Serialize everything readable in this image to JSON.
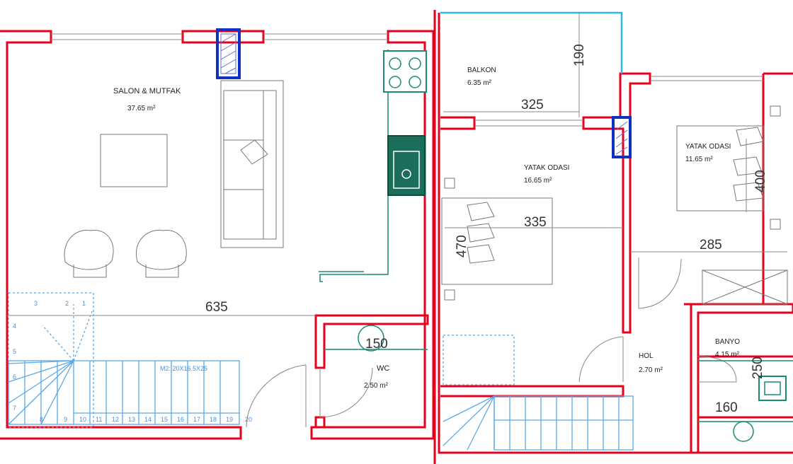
{
  "rooms": [
    {
      "name": "SALON & MUTFAK",
      "area": "37.65 m²"
    },
    {
      "name": "WC",
      "area": "2.50 m²"
    },
    {
      "name": "BALKON",
      "area": "6.35 m²"
    },
    {
      "name": "YATAK ODASI",
      "area": "16.65 m²"
    },
    {
      "name": "YATAK ODASI",
      "area": "11.65 m²"
    },
    {
      "name": "HOL",
      "area": "2.70 m²"
    },
    {
      "name": "BANYO",
      "area": "4.15 m²"
    }
  ],
  "dimensions": [
    "635",
    "150",
    "325",
    "190",
    "335",
    "470",
    "285",
    "400",
    "250",
    "160"
  ],
  "stairs": {
    "left_steps": [
      "1",
      "2",
      "3",
      "4",
      "5",
      "6",
      "7",
      "8",
      "9",
      "10",
      "11",
      "12",
      "13",
      "14",
      "15",
      "16",
      "17",
      "18",
      "19",
      "20"
    ],
    "note": "M2: 20X16.5X25"
  },
  "colors": {
    "wall": "#e8001c",
    "stair": "#5aa9e6",
    "kitchen": "#1a8a72",
    "column": "#1030c0",
    "balcony": "#2fb8e0"
  }
}
